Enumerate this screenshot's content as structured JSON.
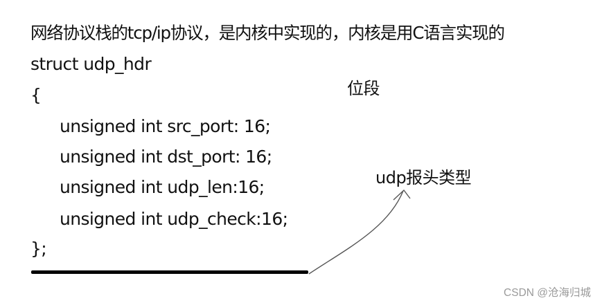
{
  "intro": "网络协议栈的tcp/ip协议，是内核中实现的，内核是用C语言实现的",
  "code": {
    "struct_decl": "struct udp_hdr",
    "open_brace": "{",
    "fields": [
      "unsigned int src_port: 16;",
      "unsigned int dst_port: 16;",
      "unsigned int udp_len:16;",
      "unsigned int udp_check:16;"
    ],
    "close_brace": "};"
  },
  "annotations": {
    "bitfield_label": "位段",
    "type_label": "udp报头类型",
    "arrow_icon": "curved-arrow"
  },
  "watermark": "CSDN @沧海归城"
}
